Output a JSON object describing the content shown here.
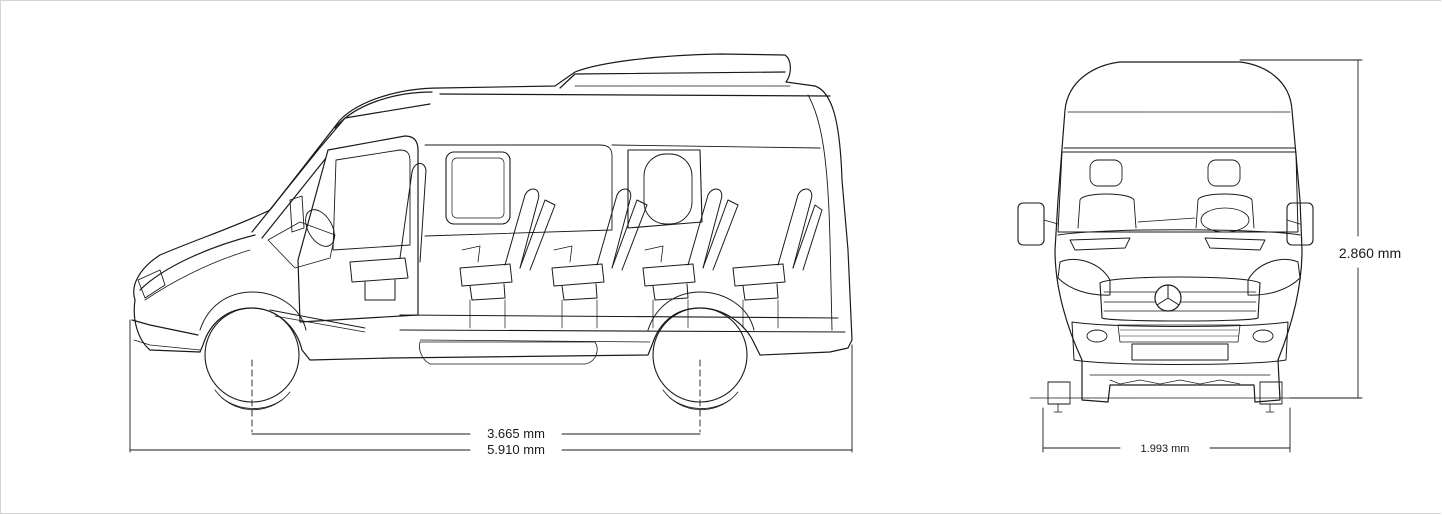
{
  "dimensions": {
    "wheelbase": "3.665 mm",
    "overall_length": "5.910 mm",
    "overall_height": "2.860 mm",
    "overall_width": "1.993 mm"
  },
  "colors": {
    "line": "#1a1a1a",
    "frame": "#d4d4d4"
  }
}
